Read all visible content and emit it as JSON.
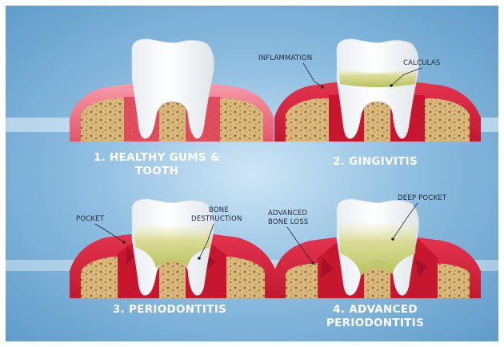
{
  "panels": [
    {
      "title_lines": [
        "1. HEALTHY GUMS &",
        "TOOTH"
      ],
      "annotations": []
    },
    {
      "title_lines": [
        "2. GINGIVITIS"
      ],
      "annotations": [
        "INFLAMMATION",
        "CALCULAS"
      ]
    },
    {
      "title_lines": [
        "3. PERIODONTITIS"
      ],
      "annotations": [
        "POCKET",
        "BONE",
        "DESTRUCTION"
      ]
    },
    {
      "title_lines": [
        "4. ADVANCED",
        "PERIODONTITIS"
      ],
      "annotations": [
        "ADVANCED",
        "BONE LOSS",
        "DEEP POCKET"
      ]
    }
  ],
  "colors": {
    "background": "#6fa7d1",
    "gum": "#d8203c",
    "gum_dark": "#a8102a",
    "gum_light": "#f27b8d",
    "bone": "#d9b77a",
    "tooth": "#ffffff",
    "plaque": "#c9d17a",
    "title_text": "#ffffff"
  }
}
